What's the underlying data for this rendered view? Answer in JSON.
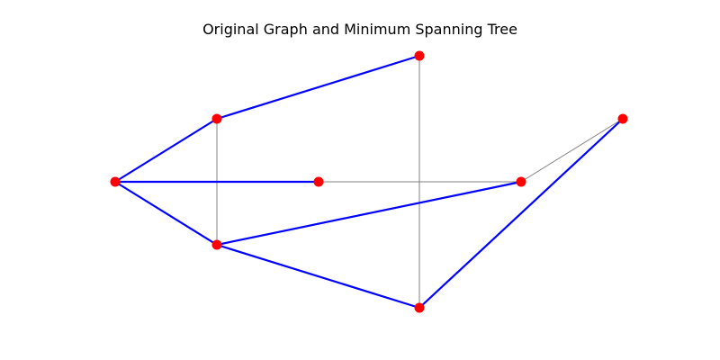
{
  "title": "Original Graph and Minimum Spanning Tree",
  "colors": {
    "node": "#ff0000",
    "mst_edge": "#0000ff",
    "graph_edge": "#808080",
    "background": "#ffffff"
  },
  "graph": {
    "nodes": [
      {
        "id": "a"
      },
      {
        "id": "b"
      },
      {
        "id": "c"
      },
      {
        "id": "d"
      },
      {
        "id": "e"
      },
      {
        "id": "f"
      },
      {
        "id": "g"
      },
      {
        "id": "h"
      }
    ],
    "edges": [
      {
        "source": "b",
        "target": "d",
        "mst": false
      },
      {
        "source": "c",
        "target": "h",
        "mst": false
      },
      {
        "source": "e",
        "target": "f",
        "mst": false
      },
      {
        "source": "f",
        "target": "g",
        "mst": false
      },
      {
        "source": "a",
        "target": "b",
        "mst": true
      },
      {
        "source": "a",
        "target": "e",
        "mst": true
      },
      {
        "source": "a",
        "target": "d",
        "mst": true
      },
      {
        "source": "b",
        "target": "c",
        "mst": true
      },
      {
        "source": "d",
        "target": "f",
        "mst": true
      },
      {
        "source": "d",
        "target": "h",
        "mst": true
      },
      {
        "source": "h",
        "target": "g",
        "mst": true
      }
    ]
  }
}
